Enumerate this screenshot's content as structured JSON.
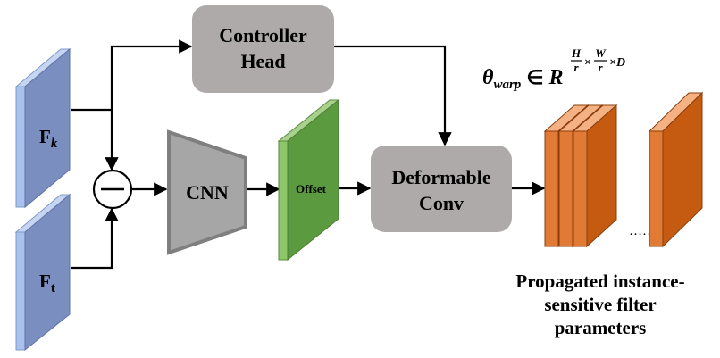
{
  "inputs": {
    "fk": {
      "main": "F",
      "sub": "k"
    },
    "ft": {
      "main": "F",
      "sub": "t"
    }
  },
  "controller_head": {
    "line1": "Controller",
    "line2": "Head"
  },
  "cnn": {
    "label": "CNN"
  },
  "offset": {
    "label": "Offset"
  },
  "deformable_conv": {
    "line1": "Deformable",
    "line2": "Conv"
  },
  "formula": {
    "theta": "θ",
    "theta_sub": "warp",
    "in_symbol": "∈",
    "R": "R",
    "H": "H",
    "r1": "r",
    "times1": "×",
    "W": "W",
    "r2": "r",
    "times2": "×D"
  },
  "ellipsis": "……",
  "caption": {
    "line1": "Propagated instance-",
    "line2": "sensitive filter",
    "line3": "parameters"
  },
  "colors": {
    "input_front": "#7a8fbf",
    "input_side": "#a9c1ec",
    "gray_box": "#aeaaaa",
    "cnn_fill": "#a6a6a6",
    "cnn_stroke": "#7f7f7f",
    "offset_front": "#5b9a3f",
    "offset_side": "#8ec66a",
    "filter_front": "#c55a11",
    "filter_side": "#f4b183",
    "filter_top": "#e07a35"
  }
}
